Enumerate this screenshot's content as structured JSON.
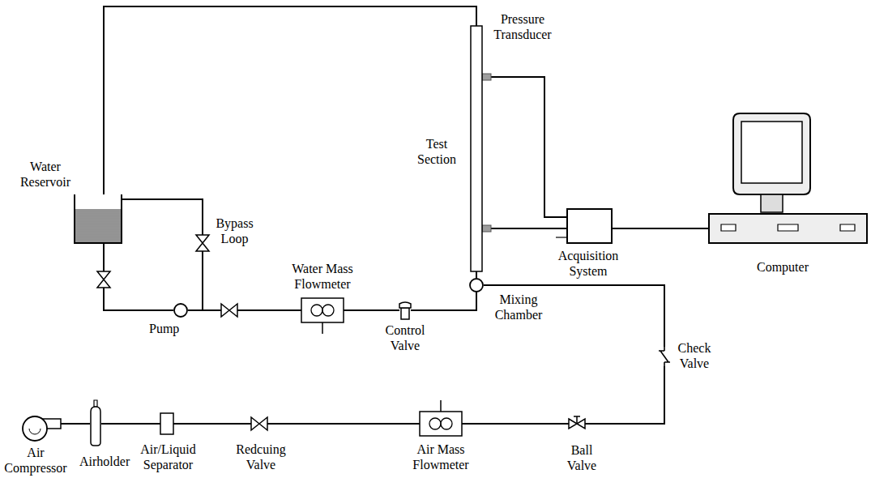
{
  "diagram": {
    "nodes": [
      {
        "text": [
          "Water Reservoir"
        ]
      },
      {
        "text": [
          "Pump"
        ]
      },
      {
        "text": [
          "Water Mass Flowmeter"
        ]
      },
      {
        "text": [
          "Control Valve"
        ]
      },
      {
        "text": [
          "Mixing Chamber"
        ]
      },
      {
        "text": [
          "Test Section"
        ]
      },
      {
        "text": [
          "Acquisition System"
        ]
      },
      {
        "text": [
          "Computer"
        ]
      },
      {
        "text": [
          "Air Compressor"
        ]
      },
      {
        "text": [
          "Airholder"
        ]
      },
      {
        "text": [
          "Air/Liquid Separator"
        ]
      },
      {
        "text": [
          "Redcuing Valve"
        ]
      },
      {
        "text": [
          "Air Mass Flowmeter"
        ]
      },
      {
        "text": [
          "Ball Valve"
        ]
      },
      {
        "text": [
          "Check Valve"
        ]
      }
    ],
    "edges": [
      {
        "from": 0,
        "to": 1,
        "arrow": "none"
      },
      {
        "from": 1,
        "to": 0,
        "arrow": "none"
      },
      {
        "from": 1,
        "to": 2,
        "arrow": "none"
      },
      {
        "from": 2,
        "to": 3,
        "arrow": "none"
      },
      {
        "from": 3,
        "to": 4,
        "arrow": "none"
      },
      {
        "from": 4,
        "to": 5,
        "arrow": "none"
      },
      {
        "from": 5,
        "to": 0,
        "arrow": "none"
      },
      {
        "from": 5,
        "to": 6,
        "arrow": "none"
      },
      {
        "from": 5,
        "to": 6,
        "arrow": "none"
      },
      {
        "from": 6,
        "to": 7,
        "arrow": "none"
      },
      {
        "from": 8,
        "to": 9,
        "arrow": "none"
      },
      {
        "from": 9,
        "to": 10,
        "arrow": "none"
      },
      {
        "from": 10,
        "to": 11,
        "arrow": "none"
      },
      {
        "from": 11,
        "to": 12,
        "arrow": "none"
      },
      {
        "from": 12,
        "to": 13,
        "arrow": "none"
      },
      {
        "from": 13,
        "to": 14,
        "arrow": "none"
      },
      {
        "from": 14,
        "to": 4,
        "arrow": "none"
      }
    ],
    "labels": [
      "Pressure Transducer",
      "Bypass Loop"
    ]
  }
}
